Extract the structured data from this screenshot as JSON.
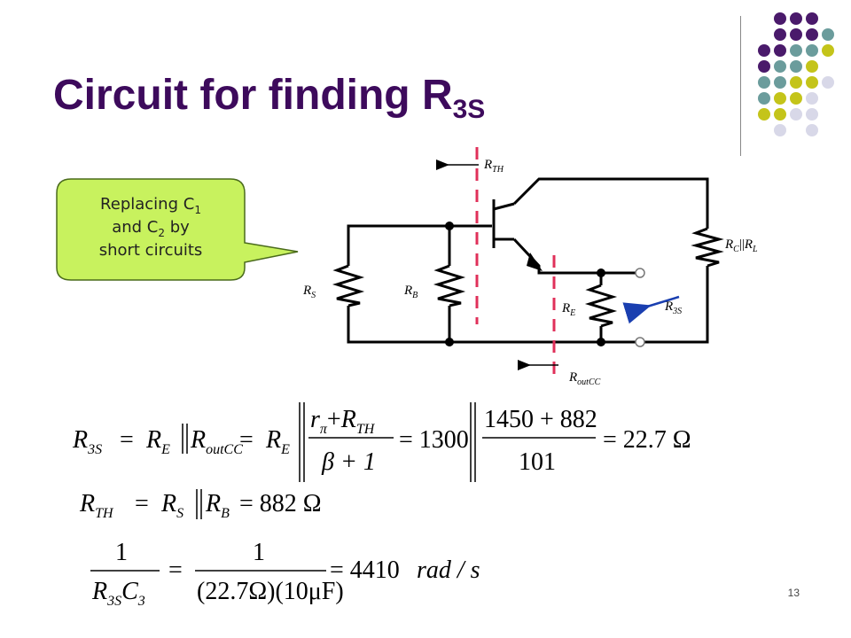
{
  "slide": {
    "title_main": "Circuit for finding R",
    "title_sub": "3S",
    "page_number": "13"
  },
  "callout": {
    "line1_pre": "Replacing C",
    "line1_sub": "1",
    "line2_pre": "and C",
    "line2_sub": "2",
    "line2_post": " by",
    "line3": "short circuits"
  },
  "labels": {
    "rth": "R",
    "rth_sub": "TH",
    "rs": "R",
    "rs_sub": "S",
    "rb": "R",
    "rb_sub": "B",
    "re": "R",
    "re_sub": "E",
    "r3s": "R",
    "r3s_sub": "3S",
    "rout": "R",
    "rout_sub": "outCC",
    "rcrl_a": "R",
    "rcrl_a_sub": "C",
    "rcrl_sep": "||",
    "rcrl_b": "R",
    "rcrl_b_sub": "L"
  },
  "equations": {
    "eq1": {
      "lhs": "R",
      "lhs_sub": "3S",
      "eq": "=",
      "re": "R",
      "re_sub": "E",
      "par": "‖",
      "rout": "R",
      "rout_sub": "outCC",
      "eq2": "=",
      "re2": "R",
      "re2_sub": "E",
      "par2": "‖",
      "num_a": "r",
      "num_a_sub": "π",
      "num_plus": "+",
      "num_b": "R",
      "num_b_sub": "TH",
      "den": "β + 1",
      "eq3": "= 1300",
      "par3": "‖",
      "num2": "1450 + 882",
      "den2": "101",
      "result": "= 22.7 Ω"
    },
    "eq2": {
      "lhs": "R",
      "lhs_sub": "TH",
      "eq": "=",
      "rs": "R",
      "rs_sub": "S",
      "par": "‖",
      "rb": "R",
      "rb_sub": "B",
      "result": "= 882 Ω"
    },
    "eq3": {
      "num1": "1",
      "den1_r": "R",
      "den1_r_sub": "3S",
      "den1_c": "C",
      "den1_c_sub": "3",
      "eq": "=",
      "num2": "1",
      "den2": "(22.7Ω)(10μF)",
      "result": "= 4410",
      "unit": "rad / s"
    }
  },
  "colors": {
    "title": "#3d0a5c",
    "callout_fill": "#c8f25e",
    "callout_stroke": "#4a6b1c",
    "dash": "#e0305a",
    "arrow_blue": "#1a3fb0",
    "dot_purple": "#4a1a6b",
    "dot_teal": "#6b9c9c",
    "dot_yellow": "#c4c41a",
    "dot_lavender": "#d8d8e8"
  }
}
